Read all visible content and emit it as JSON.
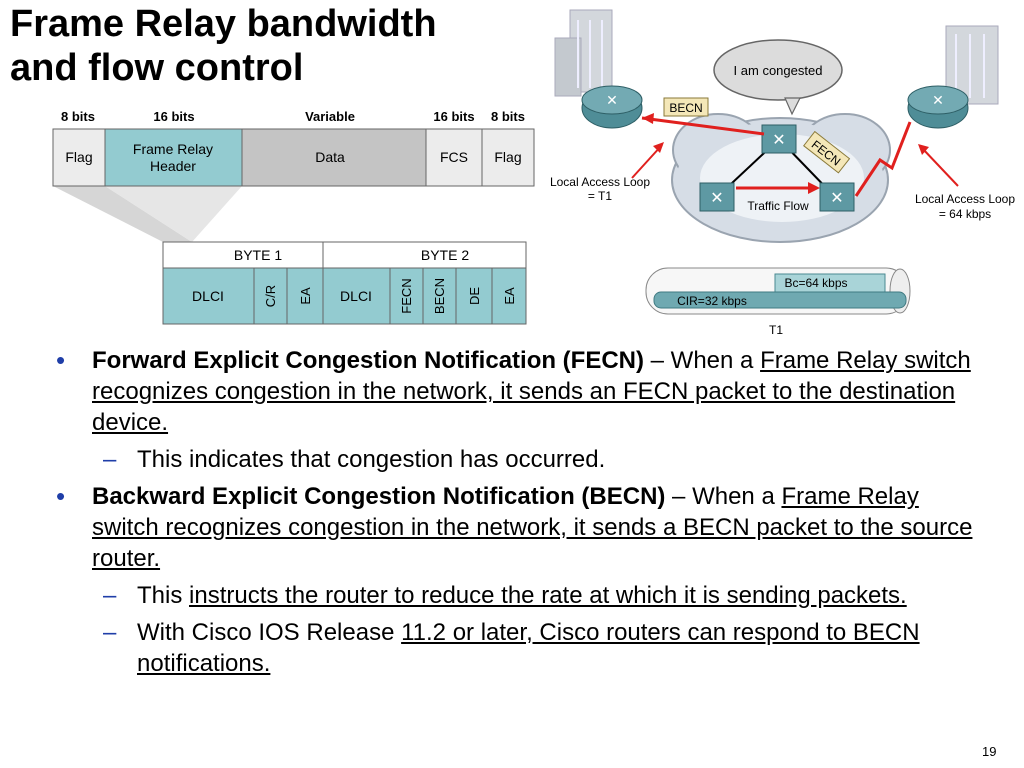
{
  "slide": {
    "title_line1": "Frame Relay bandwidth",
    "title_line2": "and flow control",
    "page_number": "19"
  },
  "frame": {
    "bits": [
      "8 bits",
      "16 bits",
      "Variable",
      "16 bits",
      "8 bits"
    ],
    "fields": [
      "Flag",
      "Frame Relay",
      "Header",
      "Data",
      "FCS",
      "Flag"
    ]
  },
  "header": {
    "byte1": "BYTE 1",
    "byte2": "BYTE 2",
    "fields": [
      "DLCI",
      "C/R",
      "EA",
      "DLCI",
      "FECN",
      "BECN",
      "DE",
      "EA"
    ]
  },
  "network": {
    "bubble": "I am congested",
    "becn": "BECN",
    "fecn": "FECN",
    "local_loop_left_1": "Local Access Loop",
    "local_loop_left_2": "= T1",
    "local_loop_right_1": "Local Access Loop",
    "local_loop_right_2": "= 64 kbps",
    "traffic_flow": "Traffic Flow",
    "bc": "Bc=64 kbps",
    "cir": "CIR=32 kbps",
    "t1": "T1"
  },
  "bullets": {
    "b1_bold": "Forward Explicit Congestion Notification (FECN)",
    "b1_plain": " – When a ",
    "b1_underlined": "Frame Relay switch recognizes congestion in the network, it sends an FECN packet to the destination device.",
    "b1_sub": "This indicates that congestion has occurred.",
    "b2_bold": "Backward Explicit Congestion Notification (BECN)",
    "b2_plain": " – When a ",
    "b2_underlined": "Frame Relay switch recognizes congestion in the network, it sends a BECN packet to the source router.",
    "b2_sub1_plain": "This ",
    "b2_sub1_underlined": "instructs the router to reduce the rate at which it is sending packets.",
    "b2_sub2_plain": "With Cisco IOS Release ",
    "b2_sub2_underlined": "11.2 or later, Cisco routers can respond to BECN notifications."
  },
  "colors": {
    "header_teal": "#93cbd0",
    "data_gray": "#c4c4c4",
    "bullet_blue": "#1f3ea8",
    "arrow_red": "#e0201e"
  }
}
